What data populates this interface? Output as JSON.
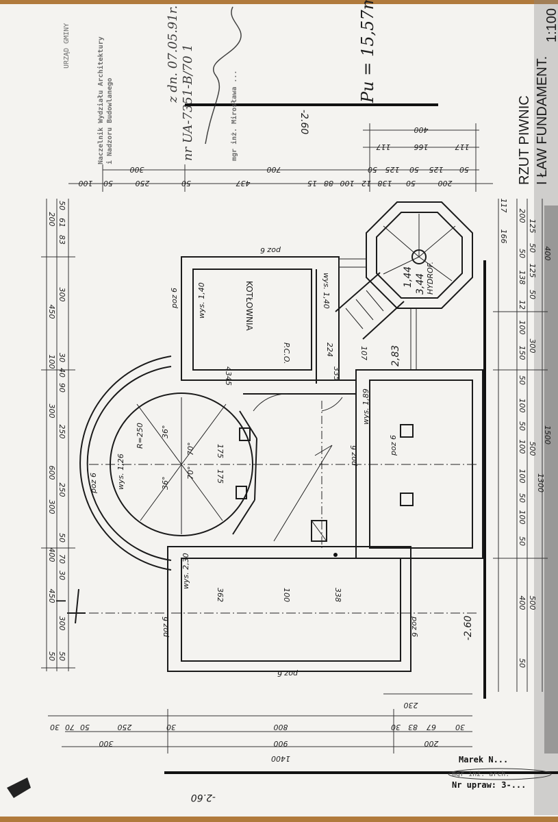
{
  "title": {
    "line1": "RZUT PIWNIC",
    "line2": "I ŁAW FUNDAMENT.",
    "scale": "1:100"
  },
  "area_note": "Pu = 15,57m",
  "approval_stamp": {
    "office": "URZĄD GMINY",
    "line1": "Naczelnik Wydziału Architektury",
    "line2": "i Nadzoru Budowlanego",
    "date": "z dn. 07.05.91r.",
    "number": "nr UA-7351-B/70 1",
    "signer": "mgr inż. Mirosława ..."
  },
  "author_stamp": {
    "name": "Marek N...",
    "title": "mgr inż. arch.",
    "license": "Nr upraw: 3-..."
  },
  "rooms": {
    "boiler": "KOTŁOWNIA",
    "pco": "P.C.O.",
    "hydrofor": "HYDROF."
  },
  "labels": {
    "h1": "wys. 1,40",
    "h2": "wys. 1,40",
    "h3": "wys. 1,26",
    "h4": "wys. 2,30",
    "h5": "wys. 1,89",
    "poz": "poz 6",
    "lvl1": "1,44",
    "lvl2": "3,44",
    "lvl3": "2,83",
    "lvl4": "-2.60",
    "lvl5": "-2.60",
    "lvl6": "-2.60",
    "radius": "R=250",
    "ang1": "36°",
    "ang2": "70°",
    "ang3": "36°",
    "ang4": "70°",
    "w1": "4345",
    "w2": "335",
    "w3": "362",
    "w4": "100",
    "w5": "338",
    "w6": "175",
    "w7": "175",
    "w8": "224",
    "w9": "107",
    "section": "I"
  },
  "dims": {
    "top1": [
      "300",
      "700",
      "50",
      "125",
      "50",
      "125",
      "50"
    ],
    "top2": [
      "100",
      "50",
      "250",
      "50",
      "437",
      "15",
      "88",
      "100",
      "12",
      "138",
      "50",
      "200"
    ],
    "top3": [
      "400"
    ],
    "top4": [
      "117",
      "166",
      "117"
    ],
    "left1": [
      "200",
      "450",
      "100",
      "300",
      "600",
      "300",
      "400",
      "450",
      "50"
    ],
    "left2": [
      "83",
      "61",
      "50",
      "300",
      "90",
      "40",
      "30",
      "250",
      "250",
      "50",
      "30",
      "70",
      "300",
      "50"
    ],
    "right1": [
      "117",
      "166",
      "200",
      "138",
      "50",
      "12",
      "100",
      "150",
      "50",
      "100",
      "50",
      "100",
      "100",
      "50",
      "100",
      "50",
      "400",
      "50"
    ],
    "right2": [
      "125",
      "50",
      "125",
      "50",
      "300",
      "500",
      "500"
    ],
    "right3": [
      "400",
      "1500",
      "1300"
    ],
    "bottom1": [
      "30",
      "70",
      "50",
      "250",
      "30",
      "800",
      "30",
      "83",
      "67",
      "30"
    ],
    "bottom2": [
      "300",
      "900",
      "200"
    ],
    "bottom3": [
      "1400"
    ],
    "bottom4": [
      "230"
    ]
  }
}
